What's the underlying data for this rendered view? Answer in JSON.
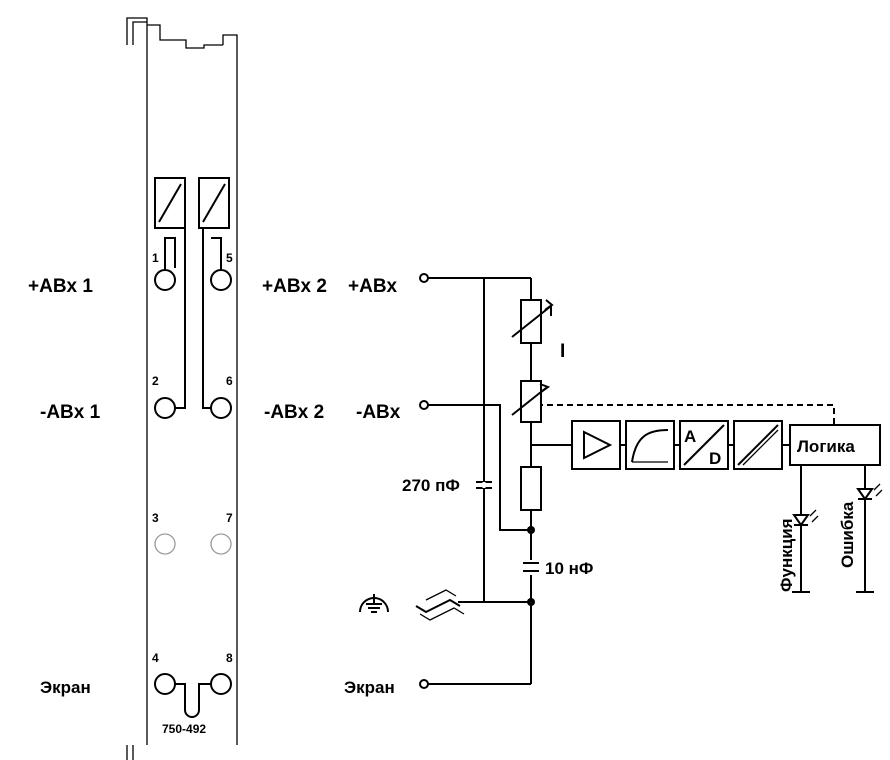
{
  "terminal_labels": {
    "plus_left": "+ABx 1",
    "minus_left": "-ABx 1",
    "screen_left": "Экран",
    "plus_right": "+ABx 2",
    "minus_right": "-ABx 2"
  },
  "pins": [
    "1",
    "5",
    "2",
    "6",
    "3",
    "7",
    "4",
    "8"
  ],
  "module_number": "750-492",
  "circuit_labels": {
    "plus_input": "+ABx",
    "minus_input": "-ABx",
    "screen_input": "Экран",
    "current_marker": "I",
    "cap_270": "270 пФ",
    "cap_10": "10 нФ",
    "adc_a": "A",
    "adc_d": "D",
    "logic": "Логика",
    "led_function": "Функция",
    "led_error": "Ошибка"
  }
}
